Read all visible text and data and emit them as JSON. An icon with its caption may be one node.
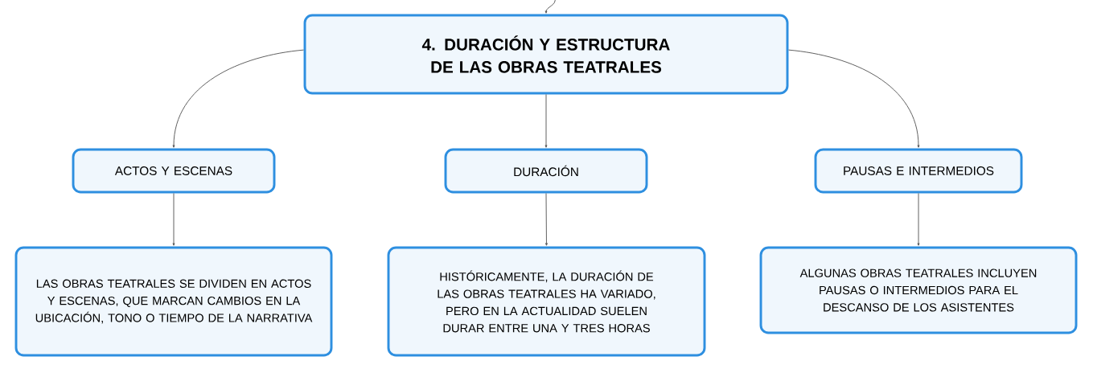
{
  "diagram": {
    "nodes": [
      {
        "text": [
          "4. DURACIÓN Y ESTRUCTURA DE LAS OBRAS TEATRALES"
        ]
      },
      {
        "text": [
          "ACTOS Y ESCENAS"
        ]
      },
      {
        "text": [
          "DURACIÓN"
        ]
      },
      {
        "text": [
          "PAUSAS E INTERMEDIOS"
        ]
      },
      {
        "text": [
          "LAS OBRAS TEATRALES SE DIVIDEN EN ACTOS Y ESCENAS, QUE MARCAN CAMBIOS EN LA UBICACIÓN, TONO O TIEMPO DE LA NARRATIVA"
        ]
      },
      {
        "text": [
          "HISTÓRICAMENTE, LA DURACIÓN DE LAS OBRAS TEATRALES HA VARIADO, PERO EN LA ACTUALIDAD SUELEN DURAR ENTRE UNA Y TRES HORAS"
        ]
      },
      {
        "text": [
          "ALGUNAS OBRAS TEATRALES INCLUYEN PAUSAS O INTERMEDIOS PARA EL DESCANSO DE LOS ASISTENTES"
        ]
      }
    ],
    "edges": [
      {
        "from": null,
        "to": 0,
        "arrow": "to"
      },
      {
        "from": 0,
        "to": 1,
        "arrow": "to"
      },
      {
        "from": 0,
        "to": 2,
        "arrow": "to"
      },
      {
        "from": 0,
        "to": 3,
        "arrow": "to"
      },
      {
        "from": 1,
        "to": 4,
        "arrow": "to"
      },
      {
        "from": 2,
        "to": 5,
        "arrow": "to"
      },
      {
        "from": 3,
        "to": 6,
        "arrow": "to"
      }
    ]
  }
}
